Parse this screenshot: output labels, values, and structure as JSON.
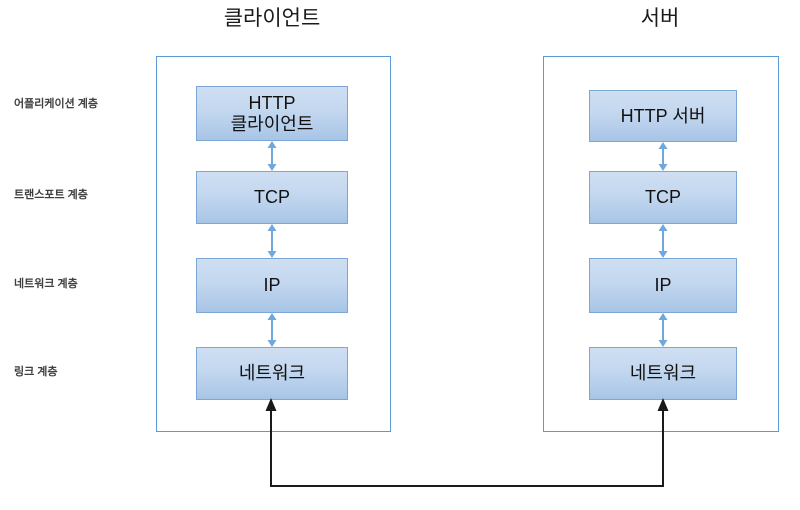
{
  "diagram": {
    "columns": [
      {
        "title": "클라이언트"
      },
      {
        "title": "서버"
      }
    ],
    "layer_labels": [
      "어플리케이션 계층",
      "트랜스포트 계층",
      "네트워크 계층",
      "링크 계층"
    ],
    "client_stack": [
      "HTTP\n클라이언트",
      "TCP",
      "IP",
      "네트워크"
    ],
    "server_stack": [
      "HTTP 서버",
      "TCP",
      "IP",
      "네트워크"
    ],
    "connectors": {
      "vertical_arrow": "double-headed-vertical-arrow",
      "physical_link": "physical-link-arrow-path"
    },
    "colors": {
      "box_fill_top": "#cfdff2",
      "box_fill_bottom": "#a8c5e6",
      "box_border": "#7ba7d7",
      "host_border": "#5b9bd5",
      "arrow_blue": "#6fa8dc",
      "link_black": "#1a1a1a",
      "label_text": "#3f3f3f",
      "title_text": "#1a1a1a"
    }
  }
}
